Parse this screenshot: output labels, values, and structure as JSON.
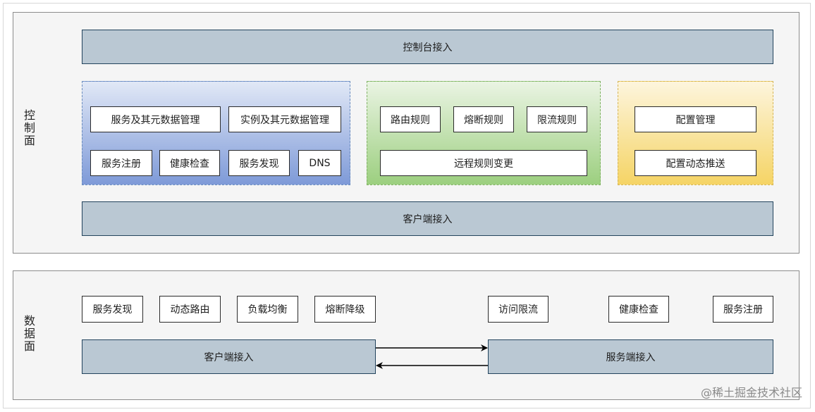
{
  "control_plane": {
    "label": "控制面",
    "console_access": "控制台接入",
    "client_access": "客户端接入",
    "service_group": {
      "service_metadata": "服务及其元数据管理",
      "instance_metadata": "实例及其元数据管理",
      "service_registration": "服务注册",
      "health_check": "健康检查",
      "service_discovery": "服务发现",
      "dns": "DNS"
    },
    "rule_group": {
      "routing_rules": "路由规则",
      "circuit_breaker_rules": "熔断规则",
      "rate_limit_rules": "限流规则",
      "remote_rule_change": "远程规则变更"
    },
    "config_group": {
      "config_management": "配置管理",
      "config_dynamic_push": "配置动态推送"
    }
  },
  "data_plane": {
    "label": "数据面",
    "service_discovery": "服务发现",
    "dynamic_routing": "动态路由",
    "load_balancing": "负载均衡",
    "circuit_breaking_degradation": "熔断降级",
    "access_rate_limit": "访问限流",
    "health_check": "健康检查",
    "service_registration": "服务注册",
    "client_access": "客户端接入",
    "server_access": "服务端接入"
  },
  "watermark": "@稀土掘金技术社区",
  "colors": {
    "bar_fill": "#bac8d3",
    "bar_border": "#23445d",
    "blue_group": "#7e9ad8",
    "green_group": "#9ccf7f",
    "yellow_group": "#f5d465"
  }
}
